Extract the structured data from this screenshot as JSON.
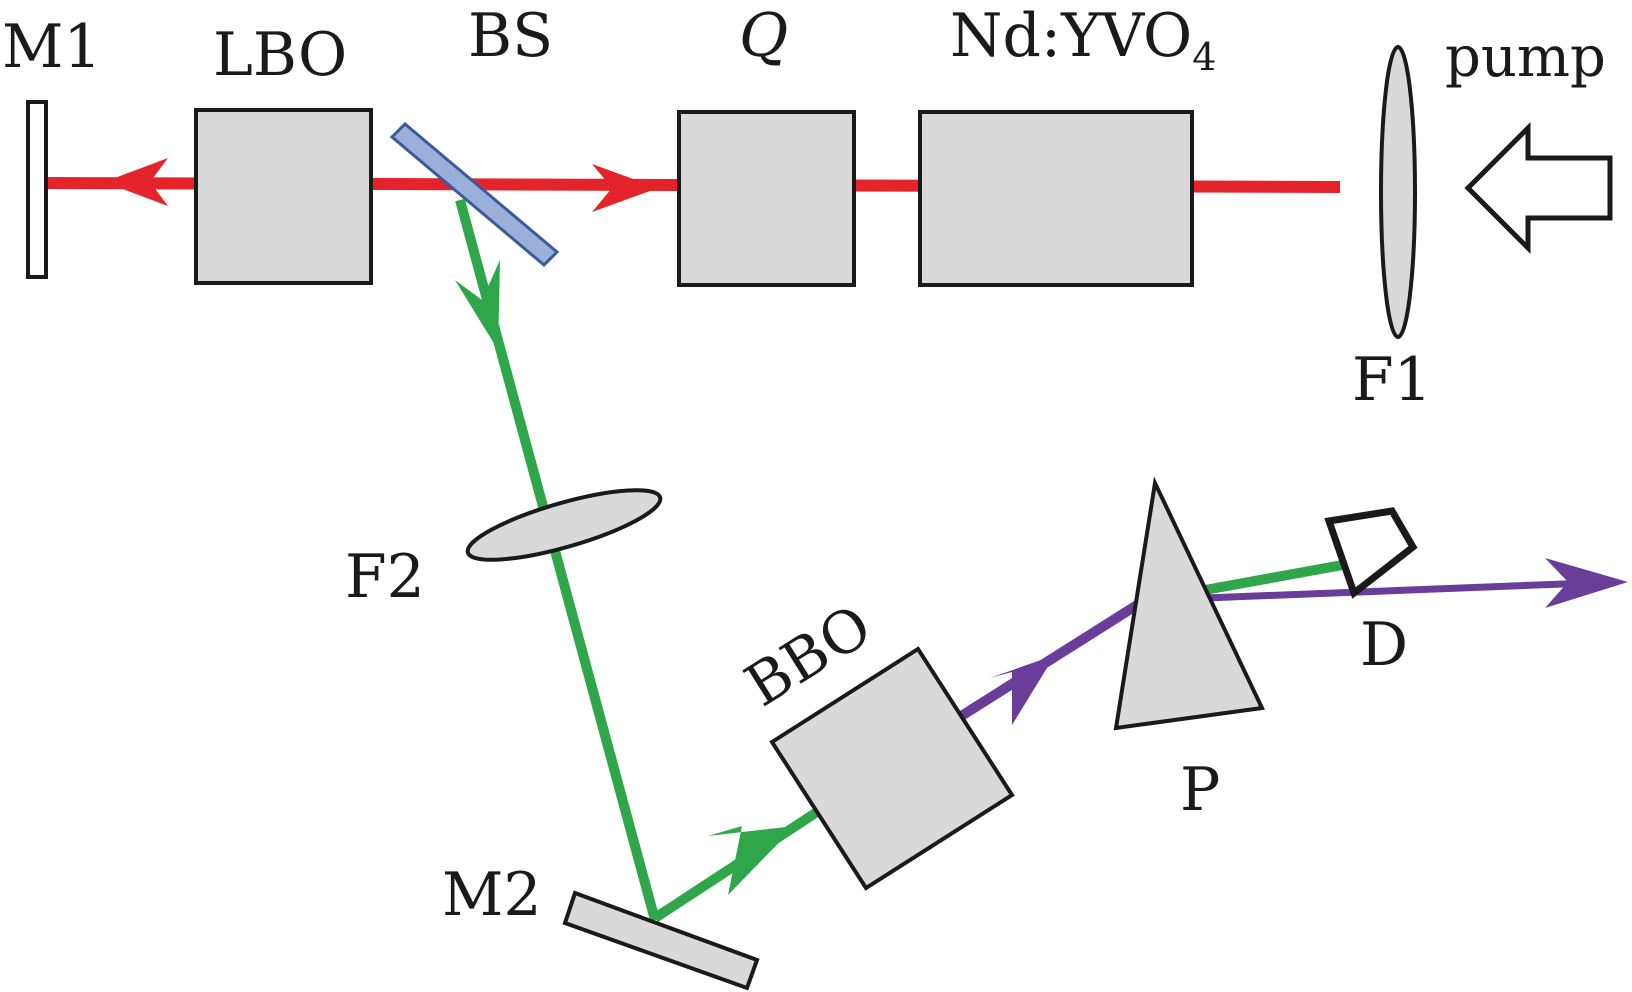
{
  "labels": {
    "m1": "M1",
    "lbo": "LBO",
    "bs": "BS",
    "q": "Q",
    "nd_main": "Nd:YVO",
    "nd_sub": "4",
    "pump": "pump",
    "f1": "F1",
    "f2": "F2",
    "bbo": "BBO",
    "p": "P",
    "d": "D",
    "m2": "M2"
  },
  "colors": {
    "red_beam": "#e5232b",
    "green_beam": "#2fa64a",
    "violet_beam": "#6a3d9a",
    "component_fill": "#d9d9d9",
    "beam_splitter_fill": "#9ab0d8",
    "outline": "#1a1a1a"
  }
}
